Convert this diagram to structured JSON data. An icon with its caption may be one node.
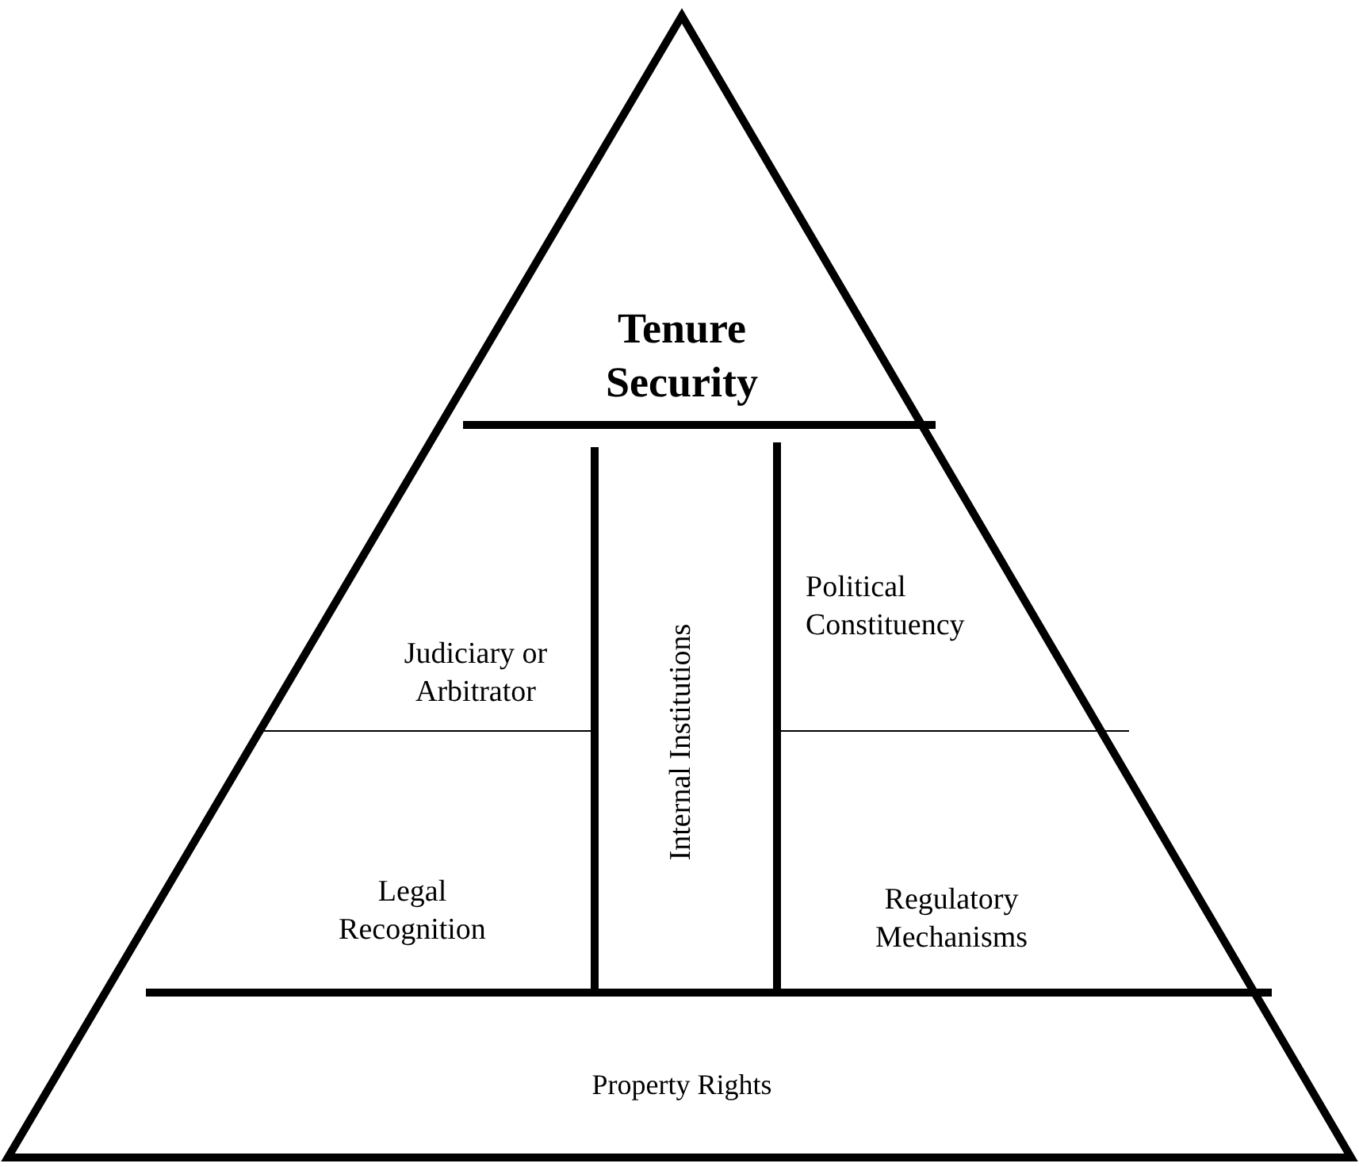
{
  "diagram": {
    "nodes": [
      {
        "text": [
          "Tenure Security"
        ]
      },
      {
        "text": [
          "Judiciary or Arbitrator"
        ]
      },
      {
        "text": [
          "Internal Institutions"
        ]
      },
      {
        "text": [
          "Political Constituency"
        ]
      },
      {
        "text": [
          "Legal Recognition"
        ]
      },
      {
        "text": [
          "Regulatory Mechanisms"
        ]
      },
      {
        "text": [
          "Property Rights"
        ]
      }
    ]
  }
}
